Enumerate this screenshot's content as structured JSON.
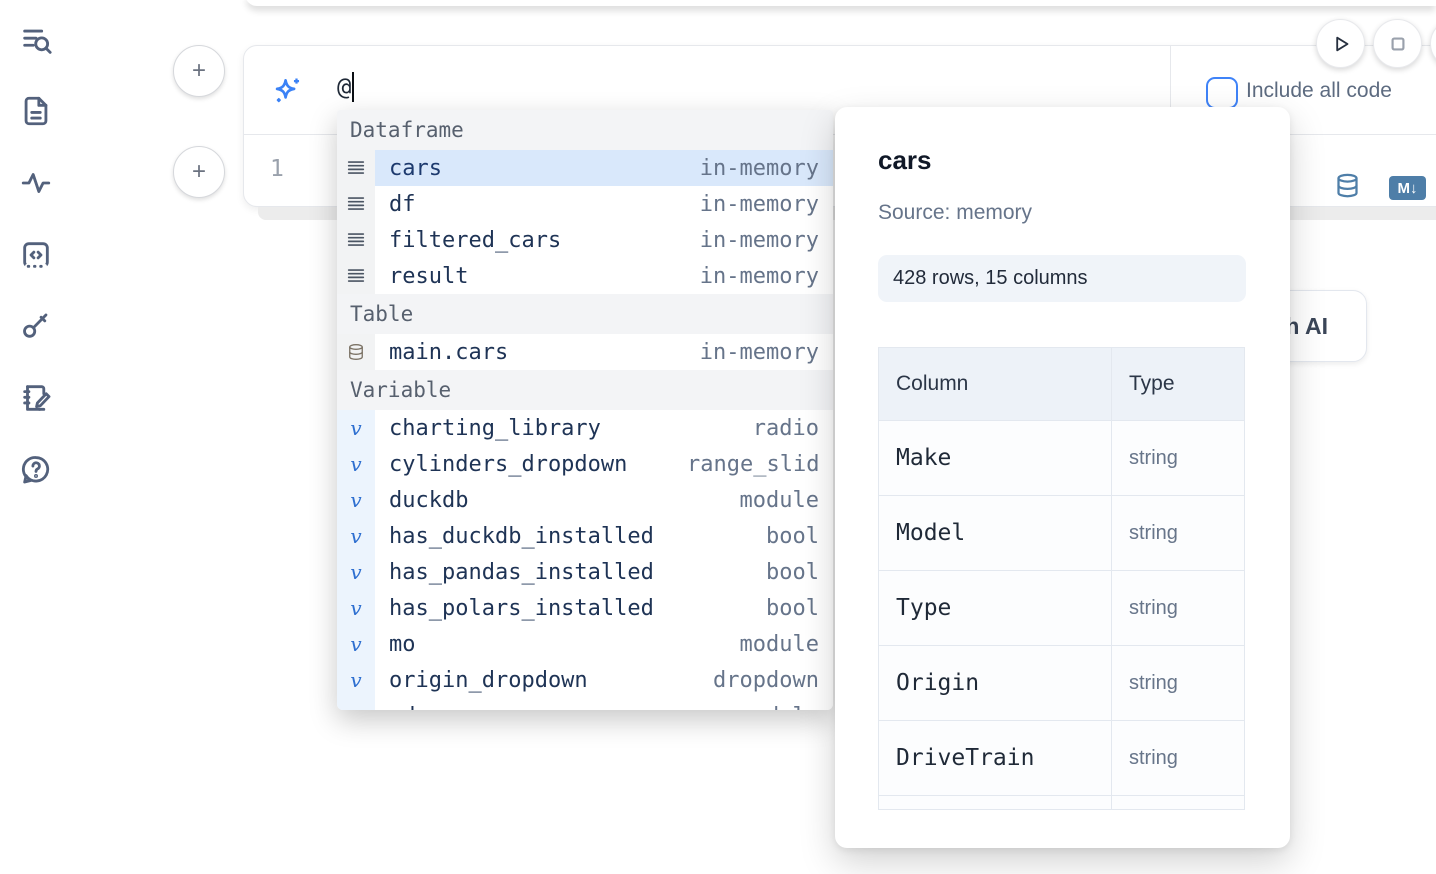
{
  "colors": {
    "accent_blue": "#3b82f6",
    "steel_blue": "#4e7ea8",
    "selected_row_bg": "#d9e8fb",
    "checkbox_border": "#3f83f8"
  },
  "sidebar": {
    "icons": [
      "toc-search",
      "document",
      "activity",
      "code-snippet",
      "key",
      "scratchpad",
      "help-chat"
    ]
  },
  "cell": {
    "plus_top": "+",
    "plus_bottom": "+",
    "ai_prompt_value": "@",
    "include_all_code_label": "Include all code",
    "line_number": "1",
    "markdown_badge": "M↓"
  },
  "toolbar": {
    "run_button": "run",
    "stop_button": "stop"
  },
  "generate_ai_button_label": "Generate with AI",
  "autocomplete": {
    "variable_icon_glyph": "v",
    "sections": [
      {
        "label": "Dataframe",
        "items": [
          {
            "name": "cars",
            "detail": "in-memory",
            "selected": true
          },
          {
            "name": "df",
            "detail": "in-memory"
          },
          {
            "name": "filtered_cars",
            "detail": "in-memory"
          },
          {
            "name": "result",
            "detail": "in-memory"
          }
        ]
      },
      {
        "label": "Table",
        "items": [
          {
            "name": "main.cars",
            "detail": "in-memory"
          }
        ]
      },
      {
        "label": "Variable",
        "items": [
          {
            "name": "charting_library",
            "detail": "radio"
          },
          {
            "name": "cylinders_dropdown",
            "detail": "range_slider"
          },
          {
            "name": "duckdb",
            "detail": "module"
          },
          {
            "name": "has_duckdb_installed",
            "detail": "bool"
          },
          {
            "name": "has_pandas_installed",
            "detail": "bool"
          },
          {
            "name": "has_polars_installed",
            "detail": "bool"
          },
          {
            "name": "mo",
            "detail": "module"
          },
          {
            "name": "origin_dropdown",
            "detail": "dropdown"
          },
          {
            "name": "pd",
            "detail": "module"
          }
        ]
      }
    ]
  },
  "preview": {
    "title": "cars",
    "source": "Source: memory",
    "shape": "428 rows, 15 columns",
    "table": {
      "headers": [
        "Column",
        "Type"
      ],
      "rows": [
        [
          "Make",
          "string"
        ],
        [
          "Model",
          "string"
        ],
        [
          "Type",
          "string"
        ],
        [
          "Origin",
          "string"
        ],
        [
          "DriveTrain",
          "string"
        ]
      ]
    }
  }
}
